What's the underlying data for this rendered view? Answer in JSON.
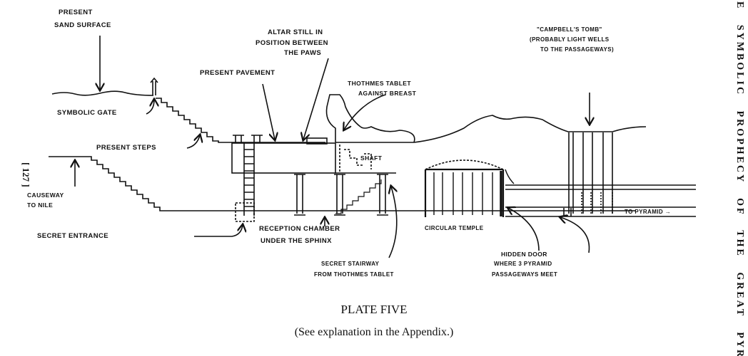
{
  "running_head": "E SYMBOLIC PROPHECY OF THE GREAT PYRA",
  "page_number": "[ 127 ]",
  "labels": {
    "present": "PRESENT",
    "sand_surface": "SAND SURFACE",
    "symbolic_gate": "SYMBOLIC GATE",
    "present_steps": "PRESENT STEPS",
    "causeway_1": "CAUSEWAY",
    "causeway_2": "TO NILE",
    "altar_1": "ALTAR STILL IN",
    "altar_2": "POSITION BETWEEN",
    "altar_3": "THE PAWS",
    "present_pavement": "PRESENT PAVEMENT",
    "thothmes_1": "THOTHMES TABLET",
    "thothmes_2": "AGAINST BREAST",
    "shaft": "SHAFT",
    "campbell_1": "\"CAMPBELL'S TOMB\"",
    "campbell_2": "(PROBABLY LIGHT WELLS",
    "campbell_3": "TO THE PASSAGEWAYS)",
    "to_pyramid": "TO PYRAMID →",
    "secret_entrance": "SECRET ENTRANCE",
    "reception_1": "RECEPTION CHAMBER",
    "reception_2": "UNDER THE SPHINX",
    "circular_temple": "CIRCULAR TEMPLE",
    "hidden_door": "HIDDEN DOOR",
    "stairway_1": "SECRET STAIRWAY",
    "stairway_2": "FROM THOTHMES TABLET",
    "meet_1": "WHERE 3 PYRAMID",
    "meet_2": "PASSAGEWAYS MEET"
  },
  "caption": {
    "title": "PLATE FIVE",
    "subtitle": "(See explanation in the Appendix.)"
  }
}
